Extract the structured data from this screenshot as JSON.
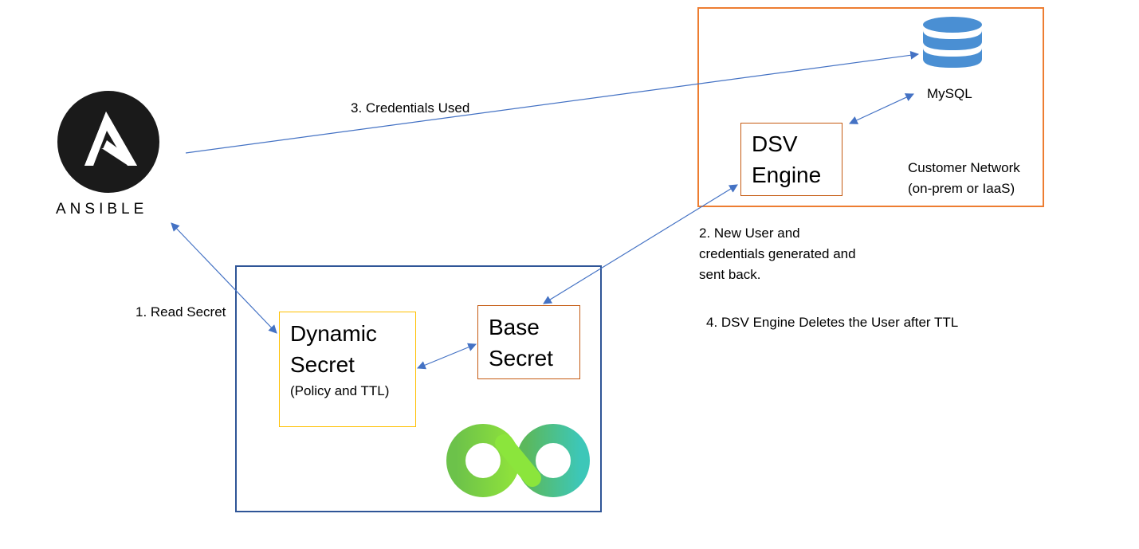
{
  "ansible": {
    "logo_text": "ANSIBLE",
    "icon": "ansible-logo"
  },
  "customer_network": {
    "line1": "Customer Network",
    "line2": "(on-prem or IaaS)",
    "border_color": "#ED7D31"
  },
  "dsv_platform": {
    "border_color": "#2F5597",
    "icon": "infinity-logo"
  },
  "nodes": {
    "mysql": {
      "label": "MySQL",
      "icon": "database-icon",
      "color": "#4A8FD3"
    },
    "dsv_engine": {
      "line1": "DSV",
      "line2": "Engine",
      "border_color": "#C55A11"
    },
    "dynamic_secret": {
      "line1": "Dynamic",
      "line2": "Secret",
      "sub": "(Policy and TTL)",
      "border_color": "#FFC000"
    },
    "base_secret": {
      "line1": "Base",
      "line2": "Secret",
      "border_color": "#C55A11"
    }
  },
  "steps": {
    "step1": "1. Read Secret",
    "step2_line1": "2. New User and",
    "step2_line2": "credentials generated and",
    "step2_line3": "sent back.",
    "step3": "3. Credentials Used",
    "step4": "4. DSV Engine Deletes the User after TTL"
  },
  "arrow_color": "#4472C4"
}
